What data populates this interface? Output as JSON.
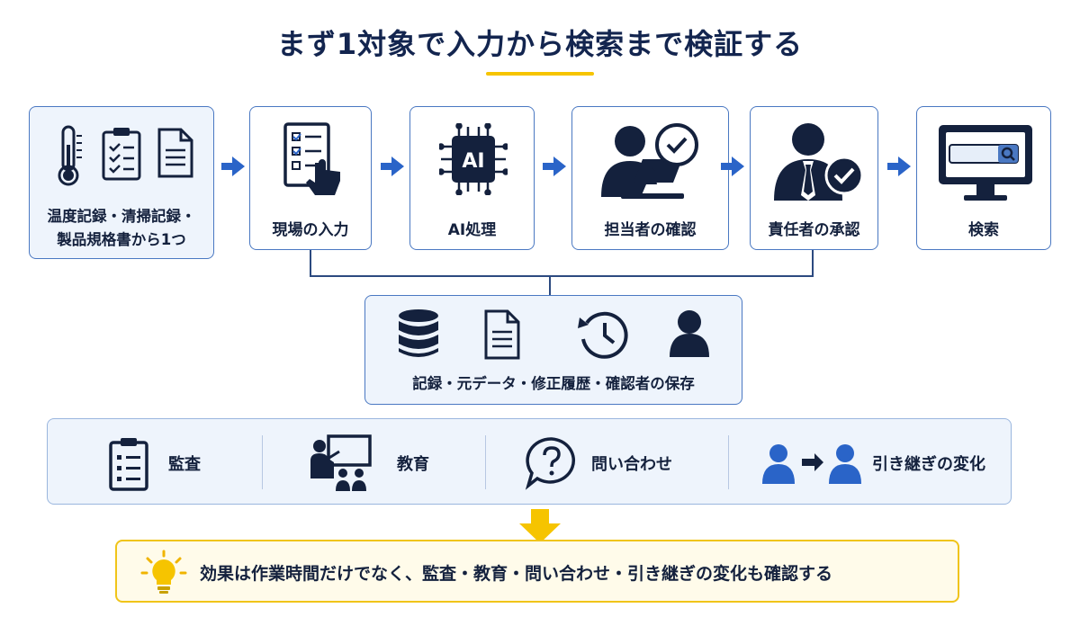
{
  "title": "まず1対象で入力から検索まで検証する",
  "flow": {
    "start_line1": "温度記録・清掃記録・",
    "start_line2": "製品規格書から1つ",
    "steps": [
      "現場の入力",
      "AI処理",
      "担当者の確認",
      "責任者の承認",
      "検索"
    ],
    "ai_chip_text": "AI"
  },
  "storage": {
    "label": "記録・元データ・修正履歴・確認者の保存"
  },
  "effects": [
    {
      "label": "監査",
      "icon": "clipboard-icon"
    },
    {
      "label": "教育",
      "icon": "teacher-icon"
    },
    {
      "label": "問い合わせ",
      "icon": "question-bubble-icon"
    },
    {
      "label": "引き継ぎの変化",
      "icon": "handover-icon"
    }
  ],
  "summary": "効果は作業時間だけでなく、監査・教育・問い合わせ・引き継ぎの変化も確認する",
  "colors": {
    "navy": "#13254f",
    "accent_blue": "#2a64c8",
    "card_border": "#4a78c2",
    "light_bg": "#eef4fc",
    "yellow": "#f6c400"
  }
}
